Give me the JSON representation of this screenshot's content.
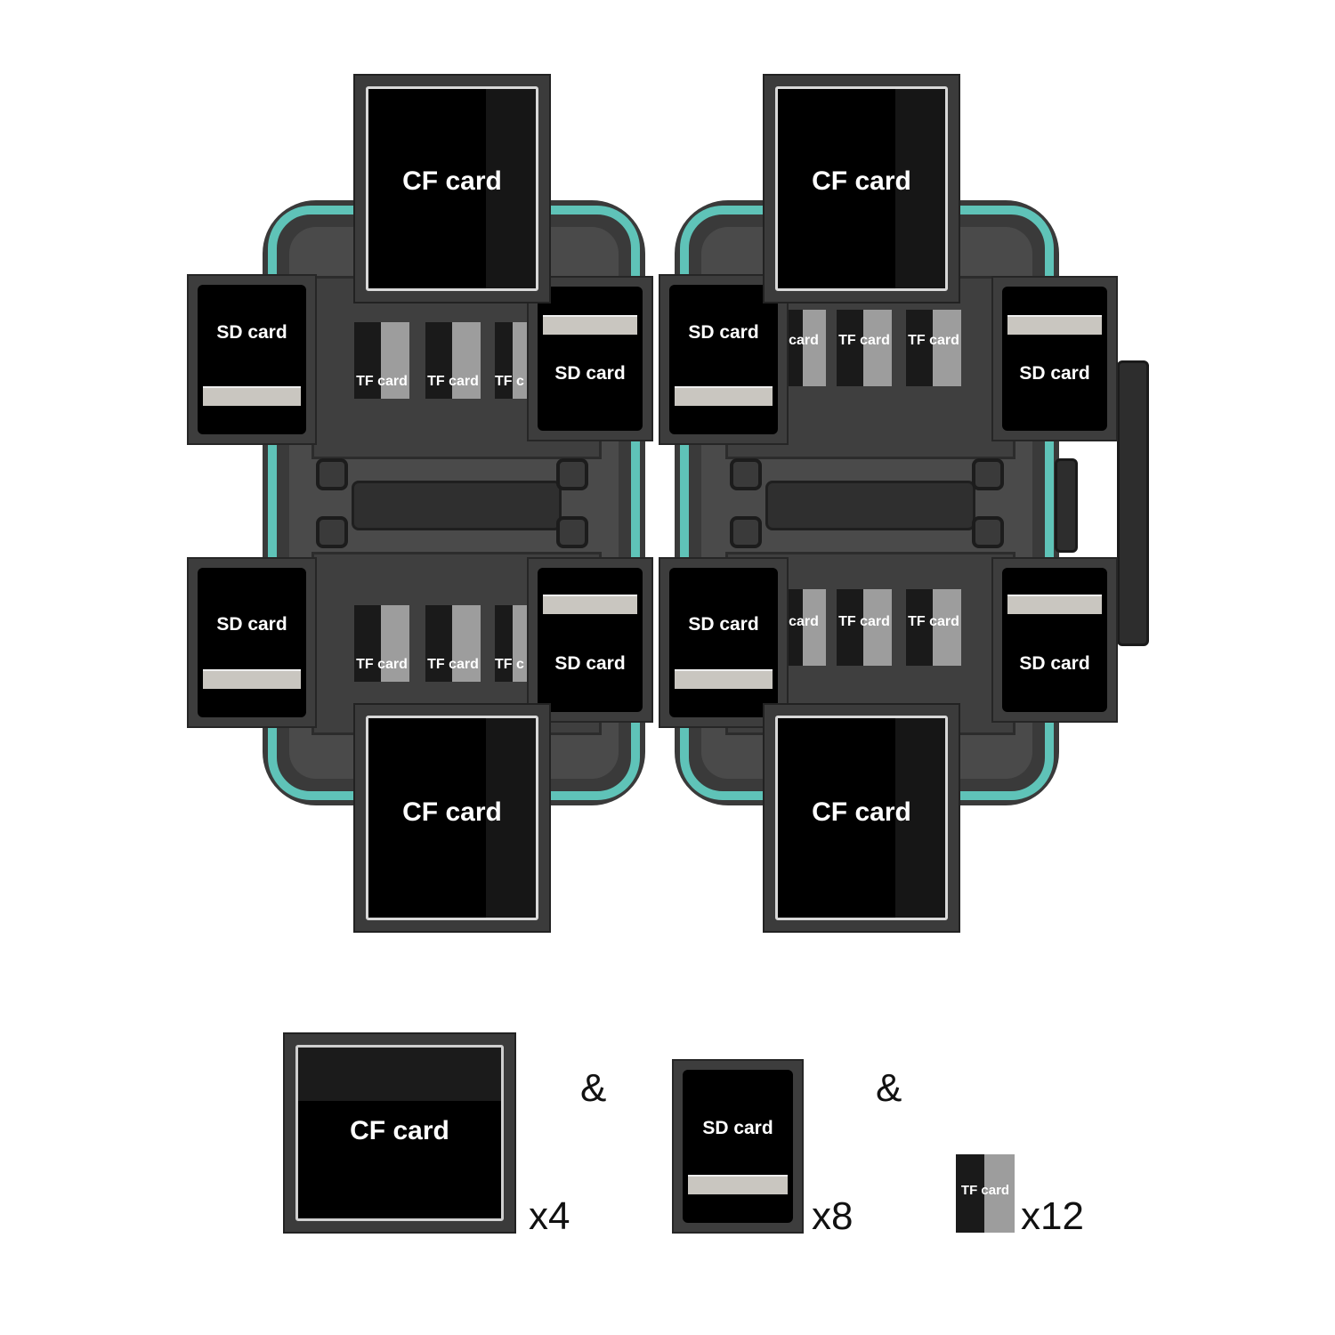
{
  "labels": {
    "cf": "CF card",
    "sd": "SD card",
    "tf": "TF card",
    "tf_cut_a": "TF c",
    "tf_cut_b": "card",
    "amp": "&"
  },
  "counts": {
    "cf": "x4",
    "sd": "x8",
    "tf": "x12"
  },
  "colors": {
    "accent_teal": "#5fc3b8",
    "case_dark": "#3a3a3a",
    "card_black": "#000000"
  }
}
